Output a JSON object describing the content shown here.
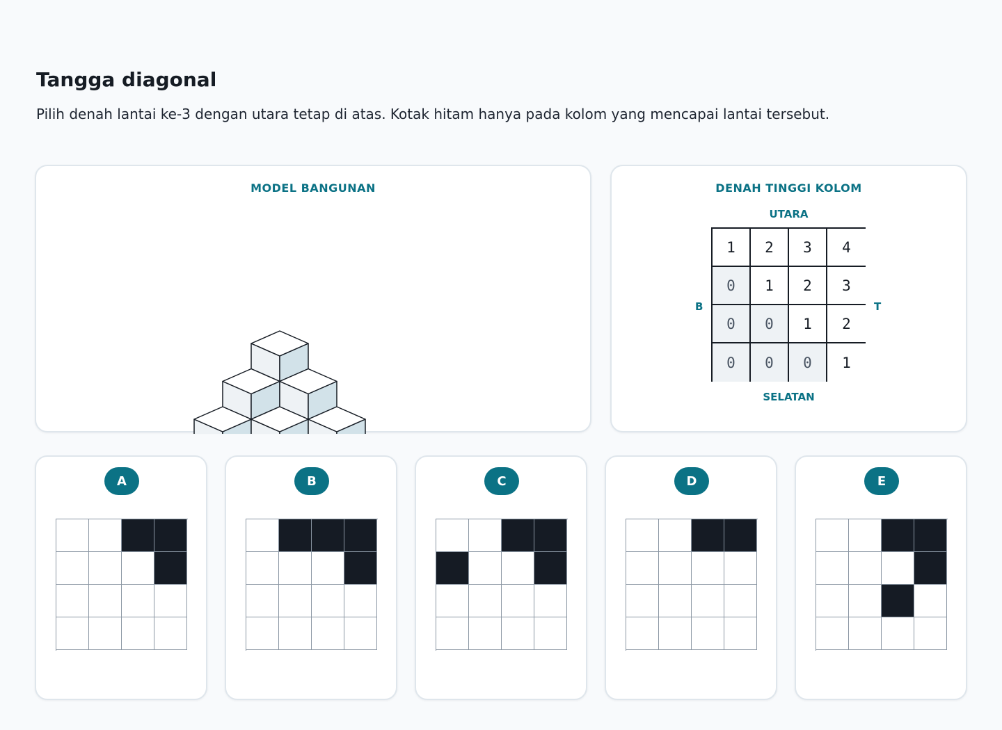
{
  "header": {
    "title": "Tangga diagonal",
    "instruction": "Pilih denah lantai ke-3 dengan utara tetap di atas. Kotak hitam hanya pada kolom yang mencapai lantai tersebut."
  },
  "model_panel": {
    "title": "MODEL BANGUNAN"
  },
  "map_panel": {
    "title": "DENAH TINGGI KOLOM",
    "north": "UTARA",
    "south": "SELATAN",
    "west": "B",
    "east": "T",
    "heights": [
      [
        1,
        2,
        3,
        4
      ],
      [
        0,
        1,
        2,
        3
      ],
      [
        0,
        0,
        1,
        2
      ],
      [
        0,
        0,
        0,
        1
      ]
    ]
  },
  "options": [
    {
      "label": "A",
      "grid": [
        [
          0,
          0,
          1,
          1
        ],
        [
          0,
          0,
          0,
          1
        ],
        [
          0,
          0,
          0,
          0
        ],
        [
          0,
          0,
          0,
          0
        ]
      ]
    },
    {
      "label": "B",
      "grid": [
        [
          0,
          1,
          1,
          1
        ],
        [
          0,
          0,
          0,
          1
        ],
        [
          0,
          0,
          0,
          0
        ],
        [
          0,
          0,
          0,
          0
        ]
      ]
    },
    {
      "label": "C",
      "grid": [
        [
          0,
          0,
          1,
          1
        ],
        [
          1,
          0,
          0,
          1
        ],
        [
          0,
          0,
          0,
          0
        ],
        [
          0,
          0,
          0,
          0
        ]
      ]
    },
    {
      "label": "D",
      "grid": [
        [
          0,
          0,
          1,
          1
        ],
        [
          0,
          0,
          0,
          0
        ],
        [
          0,
          0,
          0,
          0
        ],
        [
          0,
          0,
          0,
          0
        ]
      ]
    },
    {
      "label": "E",
      "grid": [
        [
          0,
          0,
          1,
          1
        ],
        [
          0,
          0,
          0,
          1
        ],
        [
          0,
          0,
          1,
          0
        ],
        [
          0,
          0,
          0,
          0
        ]
      ]
    }
  ],
  "colors": {
    "accent": "#0b7285",
    "cube_top": "#ffffff",
    "cube_left": "#eef2f5",
    "cube_right": "#d2e2e9",
    "edge": "#161c24",
    "filled_cell": "#151b24"
  }
}
